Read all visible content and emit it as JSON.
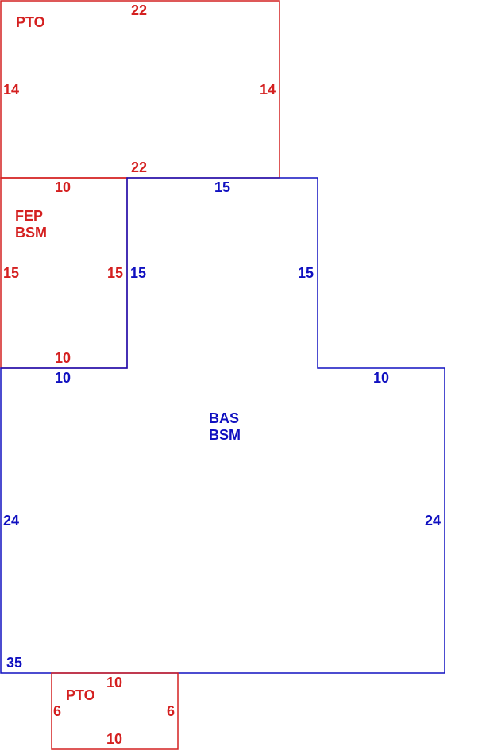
{
  "colors": {
    "red": "#d42020",
    "blue": "#1010c0"
  },
  "areas": {
    "pto_top": {
      "code": "PTO",
      "dims": {
        "top": "22",
        "bottom": "22",
        "left": "14",
        "right": "14"
      }
    },
    "fep": {
      "code_line1": "FEP",
      "code_line2": "BSM",
      "dims": {
        "top": "10",
        "bottom": "10",
        "left": "15",
        "right": "15"
      }
    },
    "bas": {
      "code_line1": "BAS",
      "code_line2": "BSM",
      "dims": {
        "upper_top": "15",
        "upper_left": "15",
        "upper_right": "15",
        "step_left": "10",
        "step_right": "10",
        "left": "24",
        "right": "24",
        "bottom": "35"
      }
    },
    "pto_bottom": {
      "code": "PTO",
      "dims": {
        "top": "10",
        "bottom": "10",
        "left": "6",
        "right": "6"
      }
    }
  }
}
